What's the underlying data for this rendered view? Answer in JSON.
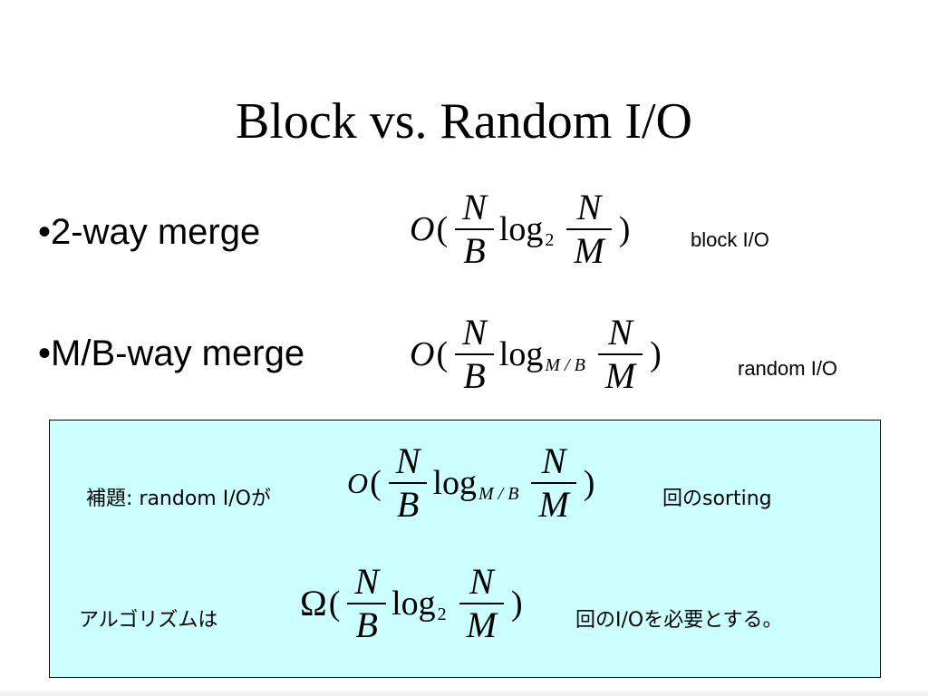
{
  "slide": {
    "title": "Block vs. Random I/O",
    "bullets": [
      {
        "text": "•2-way merge"
      },
      {
        "text": "•M/B-way merge"
      }
    ],
    "formulas": [
      {
        "big_o": "O",
        "open_paren": "(",
        "frac1_num": "N",
        "frac1_den": "B",
        "log": "log",
        "log_base": "2",
        "frac2_num": "N",
        "frac2_den": "M",
        "close_paren": ")",
        "note": "block I/O"
      },
      {
        "big_o": "O",
        "open_paren": "(",
        "frac1_num": "N",
        "frac1_den": "B",
        "log": "log",
        "log_base": "M / B",
        "frac2_num": "N",
        "frac2_den": "M",
        "close_paren": ")",
        "note": "random I/O"
      }
    ],
    "box": {
      "background": "#ccffff",
      "lemma_prefix": "補題: random I/Oが",
      "lemma_formula": {
        "big_o": "O",
        "open_paren": "(",
        "frac1_num": "N",
        "frac1_den": "B",
        "log": "log",
        "log_base": "M / B",
        "frac2_num": "N",
        "frac2_den": "M",
        "close_paren": ")"
      },
      "lemma_suffix": "回のsorting",
      "algo_prefix": "アルゴリズムは",
      "algo_formula": {
        "omega": "Ω",
        "open_paren": "(",
        "frac1_num": "N",
        "frac1_den": "B",
        "log": "log",
        "log_base": "2",
        "frac2_num": "N",
        "frac2_den": "M",
        "close_paren": ")"
      },
      "algo_suffix": "回のI/Oを必要とする。"
    }
  }
}
